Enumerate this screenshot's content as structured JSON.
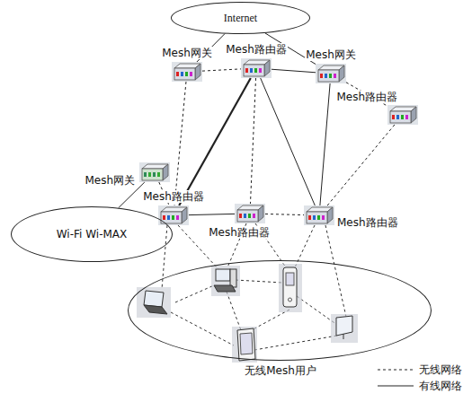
{
  "diagram": {
    "nodes": [
      {
        "text": [
          "Internet"
        ]
      },
      {
        "text": [
          "Mesh网关"
        ]
      },
      {
        "text": [
          "Mesh路由器"
        ]
      },
      {
        "text": [
          "Mesh网关"
        ]
      },
      {
        "text": [
          "Mesh路由器"
        ]
      },
      {
        "text": [
          "Mesh网关"
        ]
      },
      {
        "text": [
          "Mesh路由器"
        ]
      },
      {
        "text": [
          "Mesh路由器"
        ]
      },
      {
        "text": [
          "Mesh路由器"
        ]
      },
      {
        "text": [
          "Wi-Fi Wi-MAX"
        ]
      },
      {
        "text": [
          "无线Mesh用户"
        ]
      }
    ],
    "edges": [
      {
        "from": 0,
        "to": 1,
        "arrow": "none"
      },
      {
        "from": 0,
        "to": 3,
        "arrow": "none"
      },
      {
        "from": 1,
        "to": 2,
        "arrow": "none"
      },
      {
        "from": 2,
        "to": 3,
        "arrow": "none"
      },
      {
        "from": 3,
        "to": 4,
        "arrow": "none"
      },
      {
        "from": 1,
        "to": 6,
        "arrow": "none"
      },
      {
        "from": 6,
        "to": 2,
        "arrow": "none"
      },
      {
        "from": 2,
        "to": 7,
        "arrow": "none"
      },
      {
        "from": 2,
        "to": 8,
        "arrow": "none"
      },
      {
        "from": 3,
        "to": 8,
        "arrow": "none"
      },
      {
        "from": 4,
        "to": 8,
        "arrow": "none"
      },
      {
        "from": 6,
        "to": 7,
        "arrow": "none"
      },
      {
        "from": 7,
        "to": 8,
        "arrow": "none"
      },
      {
        "from": 5,
        "to": 9,
        "arrow": "none"
      },
      {
        "from": 5,
        "to": 6,
        "arrow": "none"
      }
    ],
    "legend": [
      {
        "text": "无线网络"
      },
      {
        "text": "有线网络"
      }
    ]
  }
}
